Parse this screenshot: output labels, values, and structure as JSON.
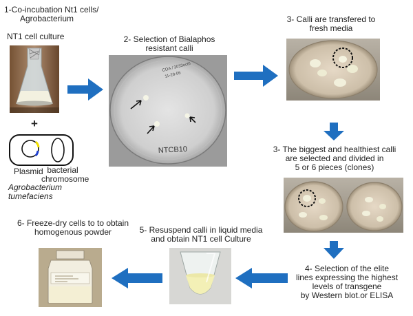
{
  "steps": {
    "step1_line1": "1-Co-incubation Nt1 cells/",
    "step1_line2": "Agrobacterium",
    "culture_label": "NT1 cell culture",
    "plus": "+",
    "plasmid": "Plasmid",
    "bacterial_line1": "bacterial",
    "bacterial_line2": "chromosome",
    "agro_line1": "Agrobacterium",
    "agro_line2": "tumefaciens",
    "step2_line1": "2- Selection of Bialaphos",
    "step2_line2": "resistant calli",
    "plate_label": "NTCB10",
    "plate_note1": "COA / 3033oct6",
    "plate_note2": "11-29-06",
    "step3a_line1": "3- Calli are transfered to",
    "step3a_line2": "fresh media",
    "step3b_line1": "3- The biggest and healthiest calli",
    "step3b_line2": "are selected and divided in",
    "step3b_line3": "5 or 6 pieces (clones)",
    "step4_line1": "4- Selection of the elite",
    "step4_line2": "lines expressing the highest",
    "step4_line3": "levels of transgene",
    "step4_line4": "by Western blot.or ELISA",
    "step5_line1": "5- Resuspend calli in liquid media",
    "step5_line2": "and obtain NT1 cell Culture",
    "step6_line1": "6- Freeze-dry cells to to obtain",
    "step6_line2": "homogenous powder"
  },
  "colors": {
    "arrow": "#1f6fc0",
    "text": "#222222"
  }
}
